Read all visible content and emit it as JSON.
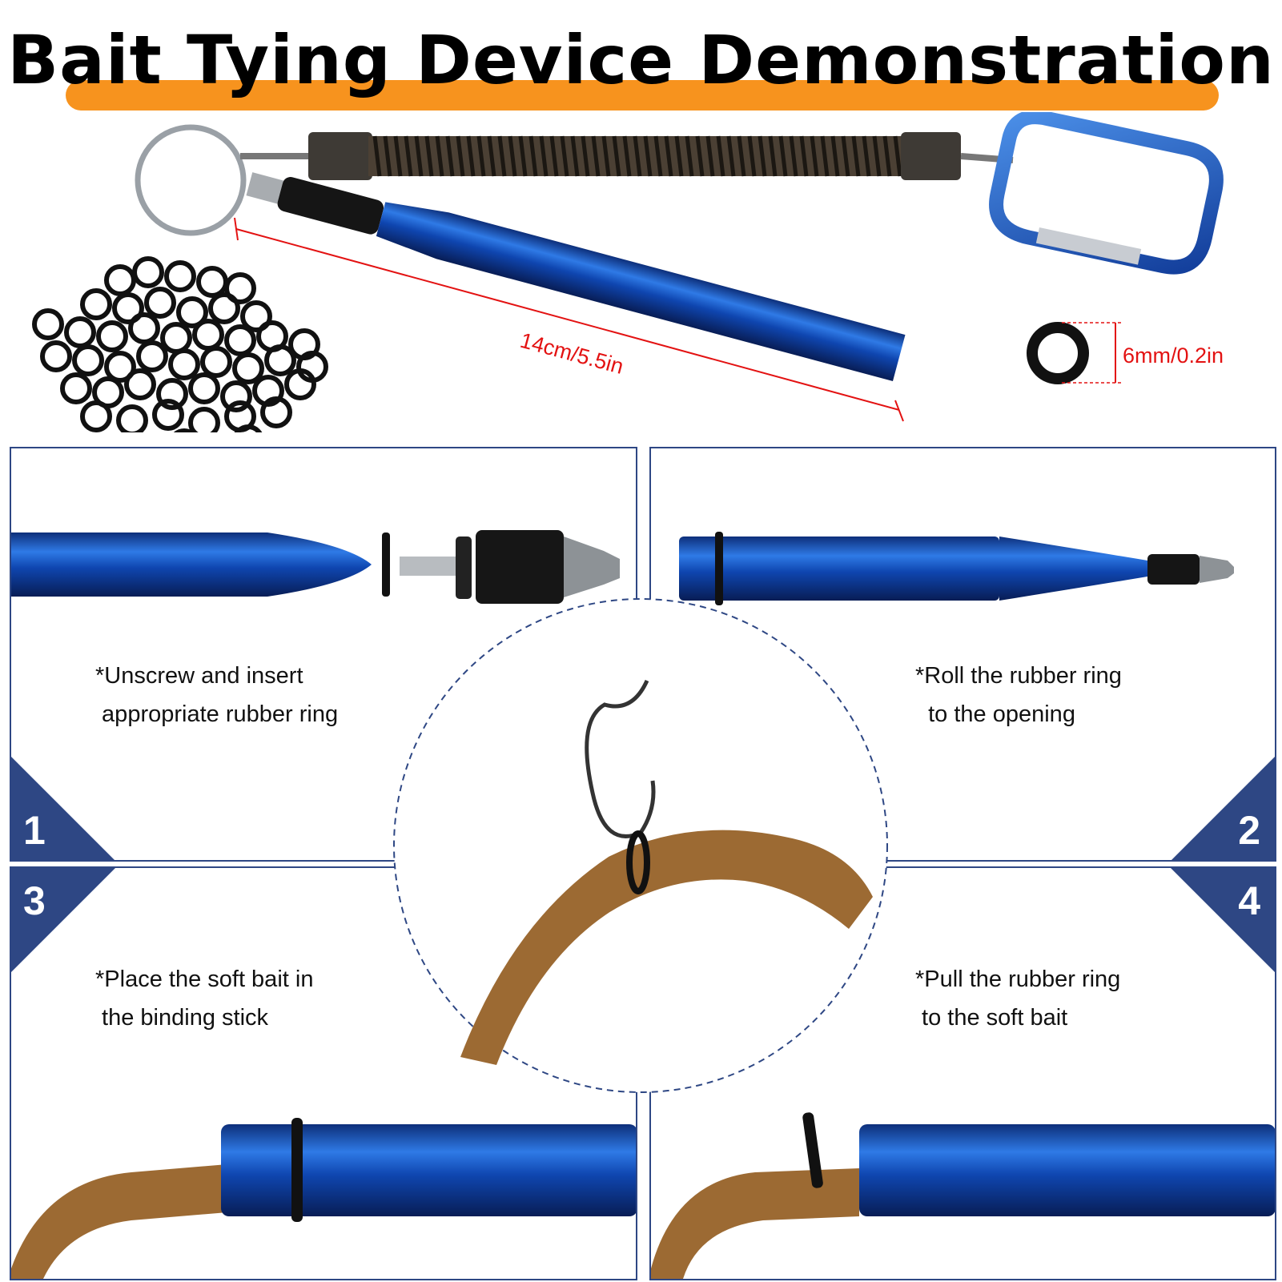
{
  "title": "Bait Tying Device Demonstration",
  "colors": {
    "accent": "#F7931E",
    "frame": "#2E4784",
    "tool_blue": "#1E5BC6",
    "measure": "#E31212"
  },
  "hero": {
    "length_label": "14cm/5.5in",
    "ring_label": "6mm/0.2in"
  },
  "steps": [
    {
      "number": "1",
      "text": "*Unscrew and insert\n appropriate rubber ring"
    },
    {
      "number": "2",
      "text": "*Roll the rubber ring\n  to the opening"
    },
    {
      "number": "3",
      "text": "*Place the soft bait in\n the binding stick"
    },
    {
      "number": "4",
      "text": "*Pull the rubber ring\n to the soft bait"
    }
  ]
}
